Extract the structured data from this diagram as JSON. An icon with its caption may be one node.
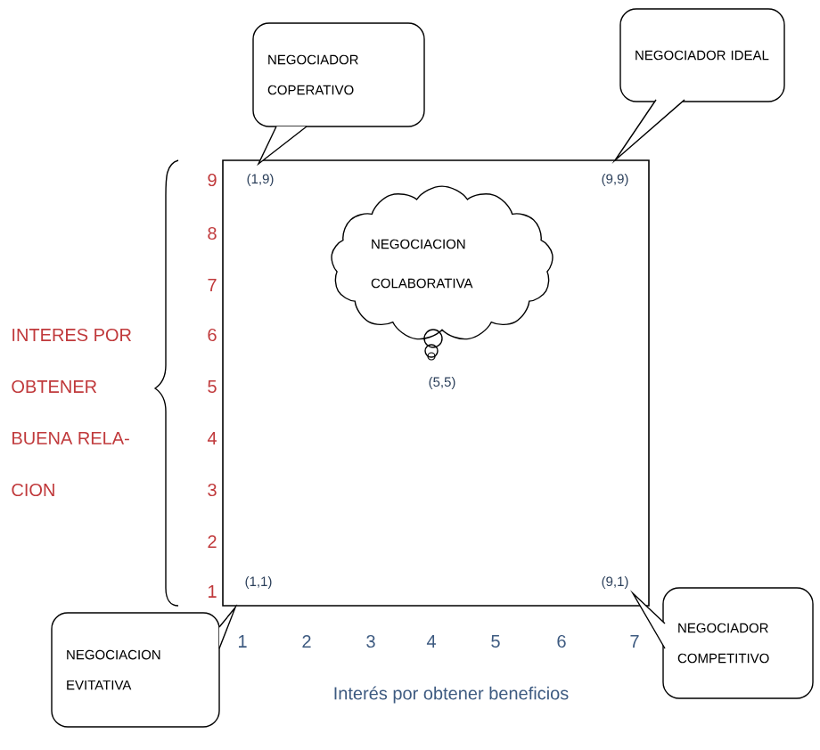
{
  "diagram": {
    "nodes": [
      {
        "text": [
          "NEGOCIADOR COPERATIVO"
        ]
      },
      {
        "text": [
          "NEGOCIADOR IDEAL"
        ]
      },
      {
        "text": [
          "NEGOCIACION COLABORATIVA"
        ]
      },
      {
        "text": [
          "NEGOCIACION EVITATIVA"
        ]
      },
      {
        "text": [
          "NEGOCIADOR COMPETITIVO"
        ]
      }
    ],
    "labels": [
      "9",
      "(1,9)",
      "(9,9)",
      "8",
      "7",
      "INTERES POR",
      "6",
      "OBTENER",
      "5",
      "(5,5)",
      "BUENA RELA-",
      "4",
      "CION",
      "3",
      "2",
      "1",
      "(1,1)",
      "(9,1)",
      "1",
      "2",
      "3",
      "4",
      "5",
      "6",
      "7",
      "Interés por obtener beneficios"
    ]
  }
}
